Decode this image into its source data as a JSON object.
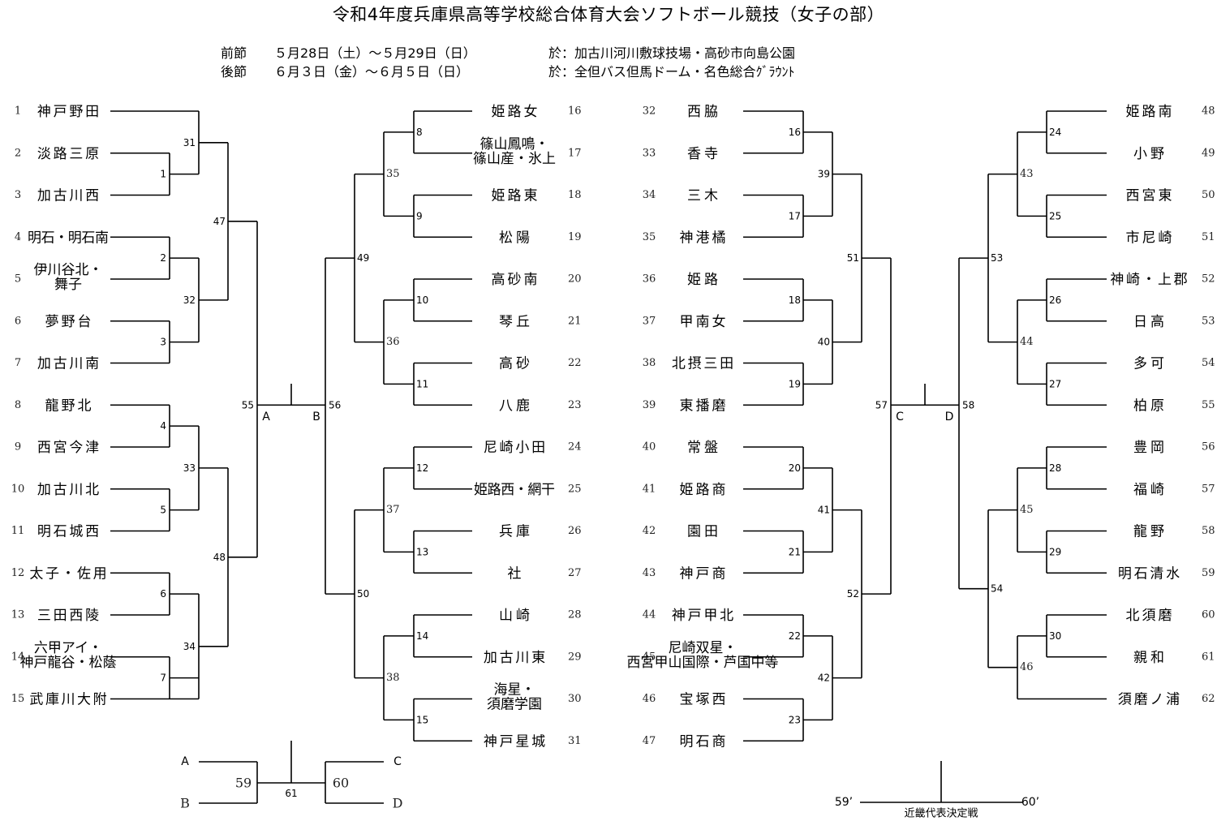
{
  "title": "令和4年度兵庫県高等学校総合体育大会ソフトボール競技（女子の部）",
  "schedule": [
    {
      "label": "前節",
      "dates": "５月28日（土）～５月29日（日）",
      "venue": "於：加古川河川敷球技場・高砂市向島公園"
    },
    {
      "label": "後節",
      "dates": "６月３日（金）～６月５日（日）",
      "venue": "於：全但バス但馬ドーム・名色総合ｸﾞﾗｳﾝﾄ"
    }
  ],
  "teams": [
    {
      "no": "1",
      "name": "神戸野田"
    },
    {
      "no": "2",
      "name": "淡路三原"
    },
    {
      "no": "3",
      "name": "加古川西"
    },
    {
      "no": "4",
      "name": "明石・明石南"
    },
    {
      "no": "5",
      "name": "伊川谷北・舞子"
    },
    {
      "no": "6",
      "name": "夢野台"
    },
    {
      "no": "7",
      "name": "加古川南"
    },
    {
      "no": "8",
      "name": "龍野北"
    },
    {
      "no": "9",
      "name": "西宮今津"
    },
    {
      "no": "10",
      "name": "加古川北"
    },
    {
      "no": "11",
      "name": "明石城西"
    },
    {
      "no": "12",
      "name": "太子・佐用"
    },
    {
      "no": "13",
      "name": "三田西陵"
    },
    {
      "no": "14",
      "name": "六甲アイ・神戸龍谷・松蔭"
    },
    {
      "no": "15",
      "name": "武庫川大附"
    },
    {
      "no": "16",
      "name": "姫路女"
    },
    {
      "no": "17",
      "name": "篠山鳳鳴・篠山産・氷上"
    },
    {
      "no": "18",
      "name": "姫路東"
    },
    {
      "no": "19",
      "name": "松陽"
    },
    {
      "no": "20",
      "name": "高砂南"
    },
    {
      "no": "21",
      "name": "琴丘"
    },
    {
      "no": "22",
      "name": "高砂"
    },
    {
      "no": "23",
      "name": "八鹿"
    },
    {
      "no": "24",
      "name": "尼崎小田"
    },
    {
      "no": "25",
      "name": "姫路西・網干"
    },
    {
      "no": "26",
      "name": "兵庫"
    },
    {
      "no": "27",
      "name": "社"
    },
    {
      "no": "28",
      "name": "山崎"
    },
    {
      "no": "29",
      "name": "加古川東"
    },
    {
      "no": "30",
      "name": "海星・須磨学園"
    },
    {
      "no": "31",
      "name": "神戸星城"
    },
    {
      "no": "32",
      "name": "西脇"
    },
    {
      "no": "33",
      "name": "香寺"
    },
    {
      "no": "34",
      "name": "三木"
    },
    {
      "no": "35",
      "name": "神港橘"
    },
    {
      "no": "36",
      "name": "姫路"
    },
    {
      "no": "37",
      "name": "甲南女"
    },
    {
      "no": "38",
      "name": "北摂三田"
    },
    {
      "no": "39",
      "name": "東播磨"
    },
    {
      "no": "40",
      "name": "常盤"
    },
    {
      "no": "41",
      "name": "姫路商"
    },
    {
      "no": "42",
      "name": "園田"
    },
    {
      "no": "43",
      "name": "神戸商"
    },
    {
      "no": "44",
      "name": "神戸甲北"
    },
    {
      "no": "45",
      "name": "尼崎双星・西宮甲山国際・芦国中等"
    },
    {
      "no": "46",
      "name": "宝塚西"
    },
    {
      "no": "47",
      "name": "明石商"
    },
    {
      "no": "48",
      "name": "姫路南"
    },
    {
      "no": "49",
      "name": "小野"
    },
    {
      "no": "50",
      "name": "西宮東"
    },
    {
      "no": "51",
      "name": "市尼崎"
    },
    {
      "no": "52",
      "name": "神崎・上郡"
    },
    {
      "no": "53",
      "name": "日高"
    },
    {
      "no": "54",
      "name": "多可"
    },
    {
      "no": "55",
      "name": "柏原"
    },
    {
      "no": "56",
      "name": "豊岡"
    },
    {
      "no": "57",
      "name": "福崎"
    },
    {
      "no": "58",
      "name": "龍野"
    },
    {
      "no": "59",
      "name": "明石清水"
    },
    {
      "no": "60",
      "name": "北須磨"
    },
    {
      "no": "61",
      "name": "親和"
    },
    {
      "no": "62",
      "name": "須磨ノ浦"
    }
  ],
  "match_numbers": [
    "1",
    "2",
    "3",
    "4",
    "5",
    "6",
    "7",
    "8",
    "9",
    "10",
    "11",
    "12",
    "13",
    "14",
    "15",
    "16",
    "17",
    "18",
    "19",
    "20",
    "21",
    "22",
    "23",
    "24",
    "25",
    "26",
    "27",
    "28",
    "29",
    "30",
    "31",
    "32",
    "33",
    "34",
    "35",
    "36",
    "37",
    "38",
    "39",
    "40",
    "41",
    "42",
    "43",
    "44",
    "45",
    "46",
    "47",
    "48",
    "49",
    "50",
    "51",
    "52",
    "53",
    "54",
    "55",
    "56",
    "57",
    "58",
    "59",
    "60",
    "61"
  ],
  "bracket_letters": [
    "A",
    "B",
    "C",
    "D"
  ],
  "final": {
    "left": [
      "A",
      "B"
    ],
    "right": [
      "C",
      "D"
    ],
    "m59": "59",
    "m60": "60",
    "m61": "61",
    "kinki_left": "59’",
    "kinki_right": "60’",
    "kinki_label": "近畿代表決定戦"
  }
}
